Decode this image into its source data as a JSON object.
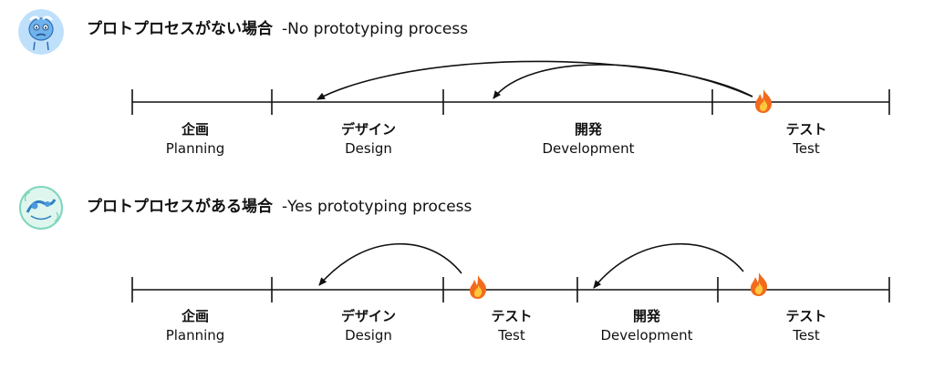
{
  "no_proto": {
    "heading_jp": "プロトプロセスがない場合",
    "heading_en": "-No prototyping process",
    "avatar_icon": "sad-mascot-icon",
    "phases": [
      {
        "jp": "企画",
        "en": "Planning"
      },
      {
        "jp": "デザイン",
        "en": "Design"
      },
      {
        "jp": "開発",
        "en": "Development"
      },
      {
        "jp": "テスト",
        "en": "Test"
      }
    ],
    "fire_icons": [
      "fire-icon"
    ]
  },
  "with_proto": {
    "heading_jp": "プロトプロセスがある場合",
    "heading_en": "-Yes prototyping process",
    "avatar_icon": "happy-mascot-icon",
    "phases": [
      {
        "jp": "企画",
        "en": "Planning"
      },
      {
        "jp": "デザイン",
        "en": "Design"
      },
      {
        "jp": "テスト",
        "en": "Test"
      },
      {
        "jp": "開発",
        "en": "Development"
      },
      {
        "jp": "テスト",
        "en": "Test"
      }
    ],
    "fire_icons": [
      "fire-icon",
      "fire-icon"
    ]
  },
  "colors": {
    "line": "#111111",
    "fire_outer": "#f26b1d",
    "fire_inner": "#ffc83d",
    "avatar_blue": "#bfe0fb",
    "avatar_mint": "#bff0e4"
  }
}
